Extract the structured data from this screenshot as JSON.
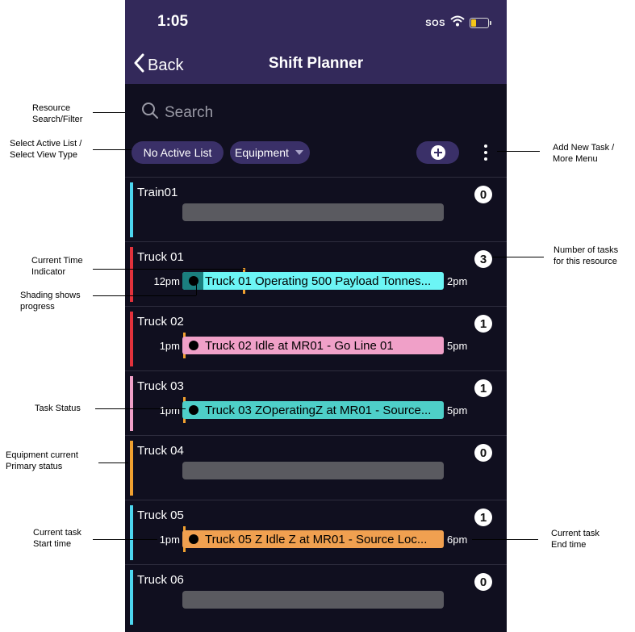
{
  "status_bar": {
    "time": "1:05",
    "sos": "SOS"
  },
  "nav": {
    "back_label": "Back",
    "title": "Shift Planner"
  },
  "search": {
    "placeholder": "Search"
  },
  "toolbar": {
    "active_list_label": "No Active List",
    "view_type_label": "Equipment"
  },
  "colors": {
    "header": "#33295a",
    "background": "#100f1f",
    "chip": "#3a3068"
  },
  "resources": [
    {
      "name": "Train01",
      "count": "0",
      "status_color": "#4dd6ef",
      "task": null
    },
    {
      "name": "Truck 01",
      "count": "3",
      "status_color": "#e2323c",
      "task": {
        "start": "12pm",
        "end": "2pm",
        "label": "Truck 01 Operating 500 Payload Tonnes...",
        "color": "#6cf5f5",
        "progress": 0.08
      }
    },
    {
      "name": "Truck 02",
      "count": "1",
      "status_color": "#e2323c",
      "task": {
        "start": "1pm",
        "end": "5pm",
        "label": "Truck 02 Idle at MR01 - Go Line 01",
        "color": "#f0a0c8",
        "progress": 0
      }
    },
    {
      "name": "Truck 03",
      "count": "1",
      "status_color": "#f0a0c8",
      "task": {
        "start": "1pm",
        "end": "5pm",
        "label": "Truck 03 ZOperatingZ at MR01 - Source...",
        "color": "#4ecfc8",
        "progress": 0
      }
    },
    {
      "name": "Truck 04",
      "count": "0",
      "status_color": "#f0a030",
      "task": null
    },
    {
      "name": "Truck 05",
      "count": "1",
      "status_color": "#4dd6ef",
      "task": {
        "start": "1pm",
        "end": "6pm",
        "label": "Truck 05 Z Idle Z at MR01 - Source Loc...",
        "color": "#f0a050",
        "progress": 0
      }
    },
    {
      "name": "Truck 06",
      "count": "0",
      "status_color": "#4dd6ef",
      "task": null
    }
  ],
  "annotations": {
    "search": "Resource\nSearch/Filter",
    "active_list": "Select Active List /\nSelect View Type",
    "current_time": "Current Time\nIndicator",
    "shading": "Shading shows\nprogress",
    "task_status": "Task Status",
    "equipment_status": "Equipment current\nPrimary status",
    "start_time": "Current task\nStart time",
    "add_task": "Add New Task /\nMore Menu",
    "num_tasks": "Number of tasks\nfor this resource",
    "end_time": "Current task\nEnd time"
  }
}
